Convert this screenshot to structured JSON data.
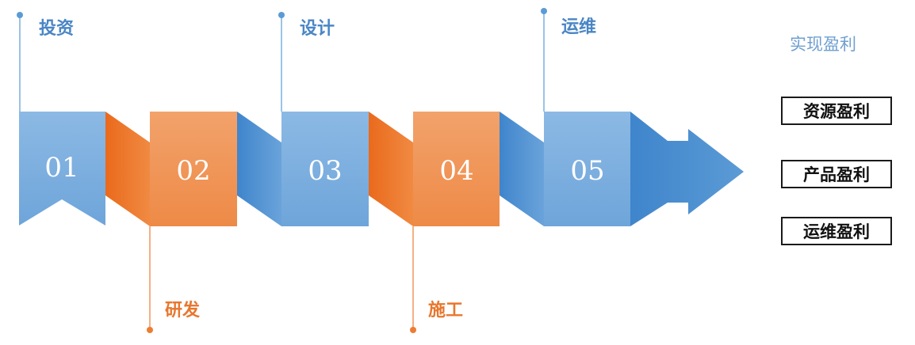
{
  "stages": [
    {
      "number": "01",
      "label": "投资",
      "color": "#5b9bd5"
    },
    {
      "number": "02",
      "label": "研发",
      "color": "#ed7d31"
    },
    {
      "number": "03",
      "label": "设计",
      "color": "#5b9bd5"
    },
    {
      "number": "04",
      "label": "施工",
      "color": "#ed7d31"
    },
    {
      "number": "05",
      "label": "运维",
      "color": "#5b9bd5"
    }
  ],
  "profit": {
    "heading": "实现盈利",
    "items": [
      "资源盈利",
      "产品盈利",
      "运维盈利"
    ]
  },
  "colors": {
    "blue": "#5b9bd5",
    "blue_light": "#8ab8e3",
    "orange": "#ed7d31",
    "orange_light": "#f3a872",
    "blue_label": "#4a86c5",
    "orange_label": "#e8772e"
  }
}
